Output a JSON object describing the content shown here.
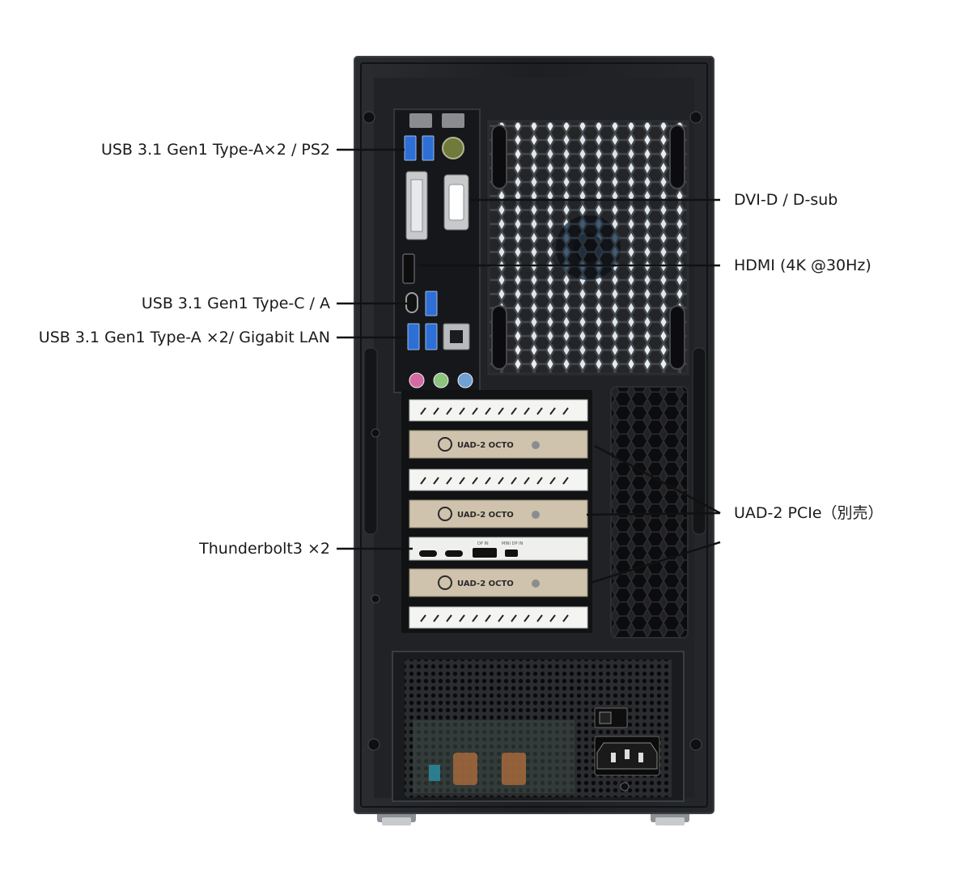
{
  "labels": {
    "usb_a_ps2": "USB 3.1 Gen1 Type-A×2 / PS2",
    "dvi_dsub": "DVI-D / D-sub",
    "hdmi": "HDMI (4K @30Hz)",
    "usb_c_a": "USB 3.1 Gen1 Type-C / A",
    "usb_a_lan": "USB 3.1 Gen1 Type-A ×2/ Gigabit LAN",
    "uad2": "UAD-2 PCIe（別売）",
    "thunderbolt": "Thunderbolt3 ×2"
  },
  "cards": [
    {
      "kind": "blank"
    },
    {
      "kind": "uad",
      "text": "UAD-2 OCTO"
    },
    {
      "kind": "blank"
    },
    {
      "kind": "uad",
      "text": "UAD-2 OCTO"
    },
    {
      "kind": "tb",
      "texts": [
        "DP IN",
        "MINI DP IN"
      ]
    },
    {
      "kind": "uad",
      "text": "UAD-2 OCTO"
    },
    {
      "kind": "blank"
    }
  ],
  "colors": {
    "case": "#1f2124",
    "case_edge": "#34373b",
    "io_shield": "#16171a",
    "usb_blue": "#2e6fd6",
    "uad_tan": "#cfc3ad",
    "bracket_white": "#f4f4f2",
    "callout_line": "#111111"
  }
}
